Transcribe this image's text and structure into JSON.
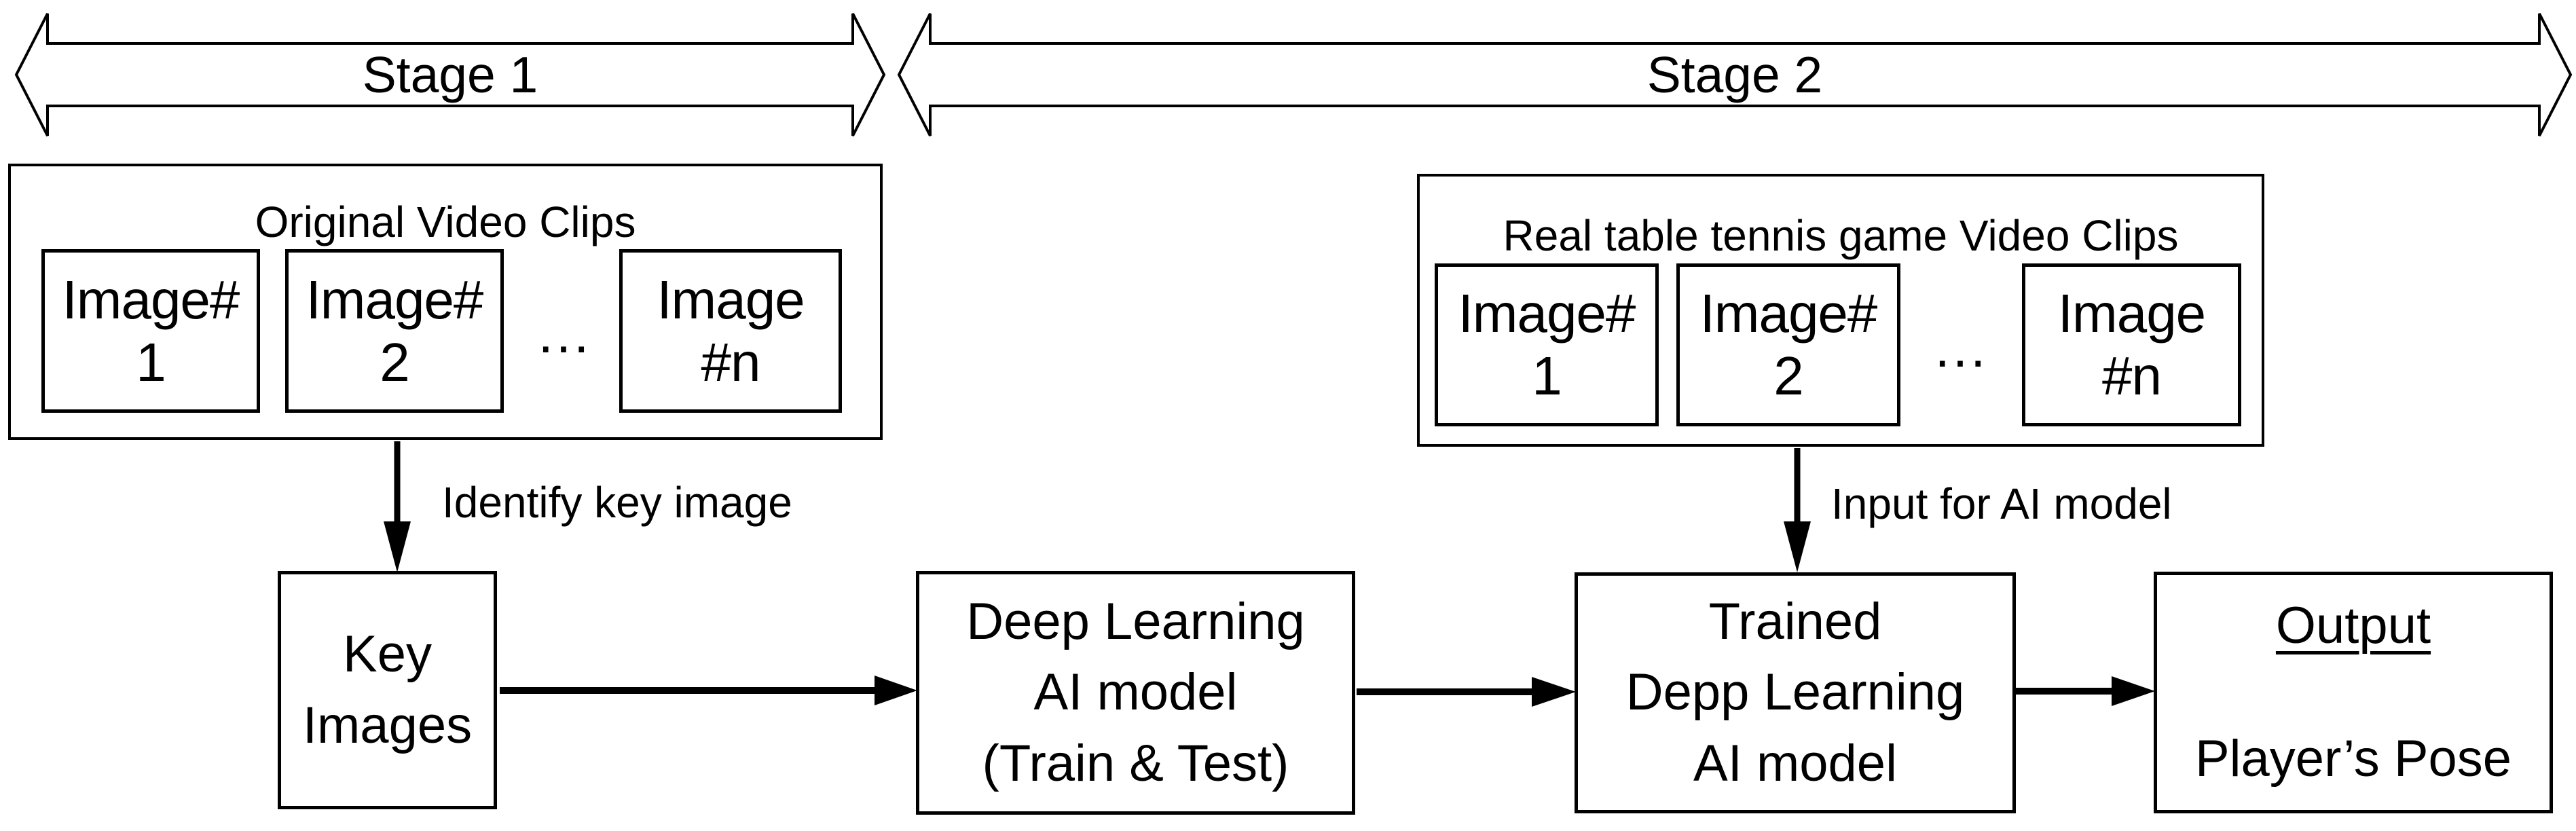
{
  "colors": {
    "ink": "#000000",
    "background": "#ffffff"
  },
  "diagram": {
    "stage1": {
      "banner_label": "Stage 1",
      "clips_box": {
        "title": "Original Video Clips",
        "frames": [
          {
            "line1": "Image#",
            "line2": "1"
          },
          {
            "line1": "Image#",
            "line2": "2"
          },
          {
            "line1": "Image",
            "line2": "#n"
          }
        ],
        "ellipsis": "..."
      },
      "arrow_label": "Identify key image",
      "key_images_box": {
        "line1": "Key",
        "line2": "Images"
      }
    },
    "deep_learning_box": {
      "line1": "Deep Learning",
      "line2": "AI model",
      "line3": "(Train & Test)"
    },
    "stage2": {
      "banner_label": "Stage 2",
      "clips_box": {
        "title": "Real table tennis game Video Clips",
        "frames": [
          {
            "line1": "Image#",
            "line2": "1"
          },
          {
            "line1": "Image#",
            "line2": "2"
          },
          {
            "line1": "Image",
            "line2": "#n"
          }
        ],
        "ellipsis": "..."
      },
      "arrow_label": "Input for AI model",
      "trained_box": {
        "line1": "Trained",
        "line2": "Depp Learning",
        "line3": "AI model"
      }
    },
    "output_box": {
      "title": "Output",
      "value": "Player’s Pose"
    }
  }
}
